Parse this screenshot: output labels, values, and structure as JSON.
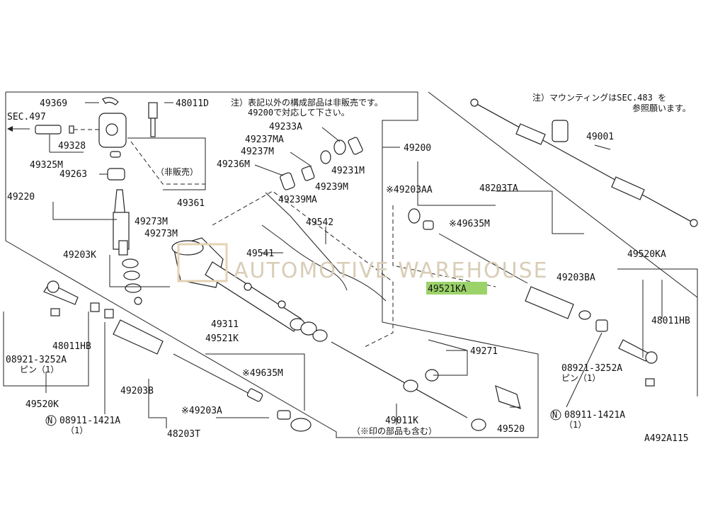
{
  "diagram": {
    "watermark": "AUTOMOTIVE WAREHOUSE",
    "figure_code": "A492A115",
    "notes": {
      "top_center_1": "注）表記以外の構成部品は非販売です。",
      "top_center_2": "49200で対応して下さい。",
      "top_right_1": "注）マウンティングはSEC.483 を",
      "top_right_2": "参照願います。",
      "not_sold": "（非販売）",
      "includes_marked": "（※印の部品も含む）",
      "pin_left": "ピン（1）",
      "pin_right": "ピン（1）",
      "qty_left": "（1）",
      "qty_right": "（1）"
    },
    "labels": {
      "p49369": "49369",
      "p48011D": "48011D",
      "sec497": "SEC.497",
      "p49328": "49328",
      "p49325M": "49325M",
      "p49263": "49263",
      "p49220": "49220",
      "p49361": "49361",
      "p49273M_a": "49273M",
      "p49273M_b": "49273M",
      "p49203K": "49203K",
      "p49233A": "49233A",
      "p49237MA": "49237MA",
      "p49237M": "49237M",
      "p49236M": "49236M",
      "p49231M": "49231M",
      "p49239M": "49239M",
      "p49239MA": "49239MA",
      "p49200": "49200",
      "p49542": "49542",
      "p49541": "49541",
      "p49311": "49311",
      "p48011HB_left": "48011HB",
      "p08921_left": "08921-3252A",
      "p49520K": "49520K",
      "p49203B": "49203B",
      "p08911_left": "08911-1421A",
      "p49521K": "49521K",
      "p49635M_left": "※49635M",
      "p49203A": "※49203A",
      "p48203T": "48203T",
      "p49271": "49271",
      "p49011K": "49011K",
      "p49520": "49520",
      "p49203AA": "※49203AA",
      "p48203TA": "48203TA",
      "p49635M_right": "※49635M",
      "p49521KA": "49521KA",
      "p49203BA": "49203BA",
      "p49001": "49001",
      "p49520KA": "49520KA",
      "p48011HB_right": "48011HB",
      "p08921_right": "08921-3252A",
      "p08911_right": "08911-1421A",
      "circ_n": "N"
    },
    "colors": {
      "highlight": "#9bd36a",
      "line": "#222222",
      "watermark": "#d9cdb6"
    }
  }
}
